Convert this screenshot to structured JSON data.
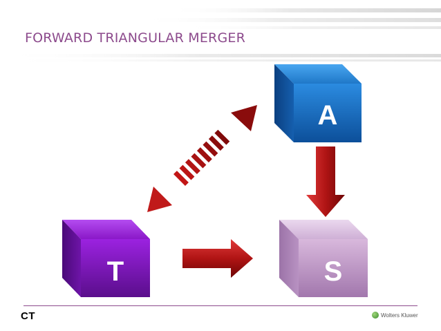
{
  "slide": {
    "title": "FORWARD TRIANGULAR MERGER",
    "title_color": "#8c4a8c"
  },
  "boxes": {
    "acquirer": {
      "label": "A",
      "color": "#1f78c8"
    },
    "target": {
      "label": "T",
      "color": "#8a18c8"
    },
    "subsidiary": {
      "label": "S",
      "color": "#c9a2cf"
    }
  },
  "arrows": [
    {
      "from": "A",
      "to": "S",
      "style": "solid",
      "color": "#a01010"
    },
    {
      "from": "T",
      "to": "S",
      "style": "solid",
      "color": "#a01010"
    },
    {
      "from": "A",
      "to": "T",
      "style": "dashed-double-headed",
      "color": "#a01010"
    }
  ],
  "footer": {
    "logo": "CT",
    "brand": "Wolters Kluwer",
    "rule_color": "#8c4a8c"
  }
}
